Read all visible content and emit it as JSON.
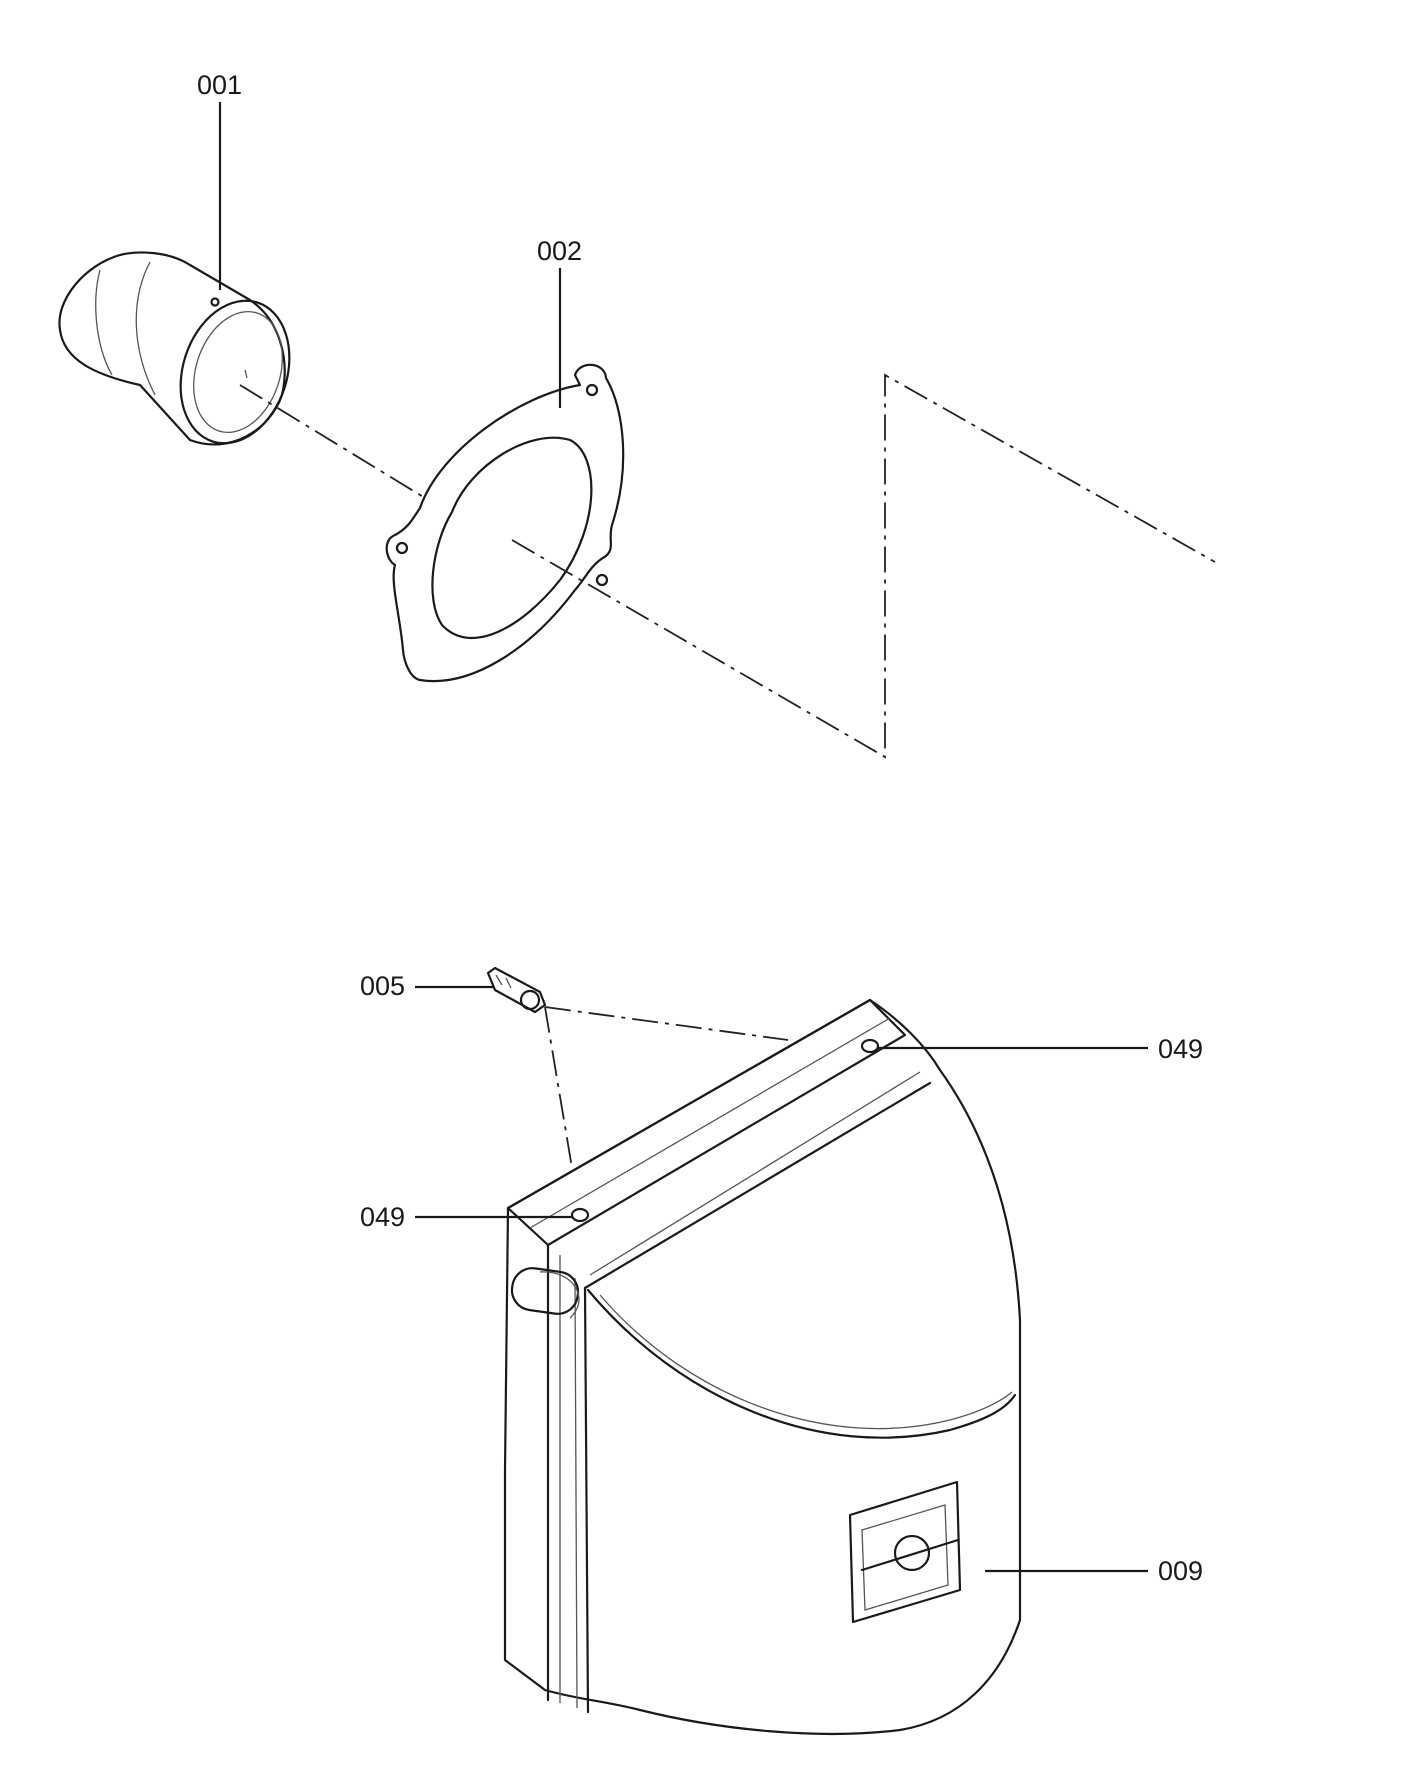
{
  "callouts": {
    "c001": "001",
    "c002": "002",
    "c005": "005",
    "c049_top": "049",
    "c049_left": "049",
    "c009": "009"
  },
  "parts": {
    "nozzle_sleeve": "nozzle-sleeve-icon",
    "flange_gasket": "flange-gasket-icon",
    "screw": "screw-icon",
    "hood": "burner-hood-icon",
    "window": "inspection-window-icon"
  },
  "colors": {
    "line": "#1a1a1a",
    "gasket_fill": "#c7c7c7",
    "hood_fill": "#f1f1f1",
    "background": "#ffffff"
  }
}
